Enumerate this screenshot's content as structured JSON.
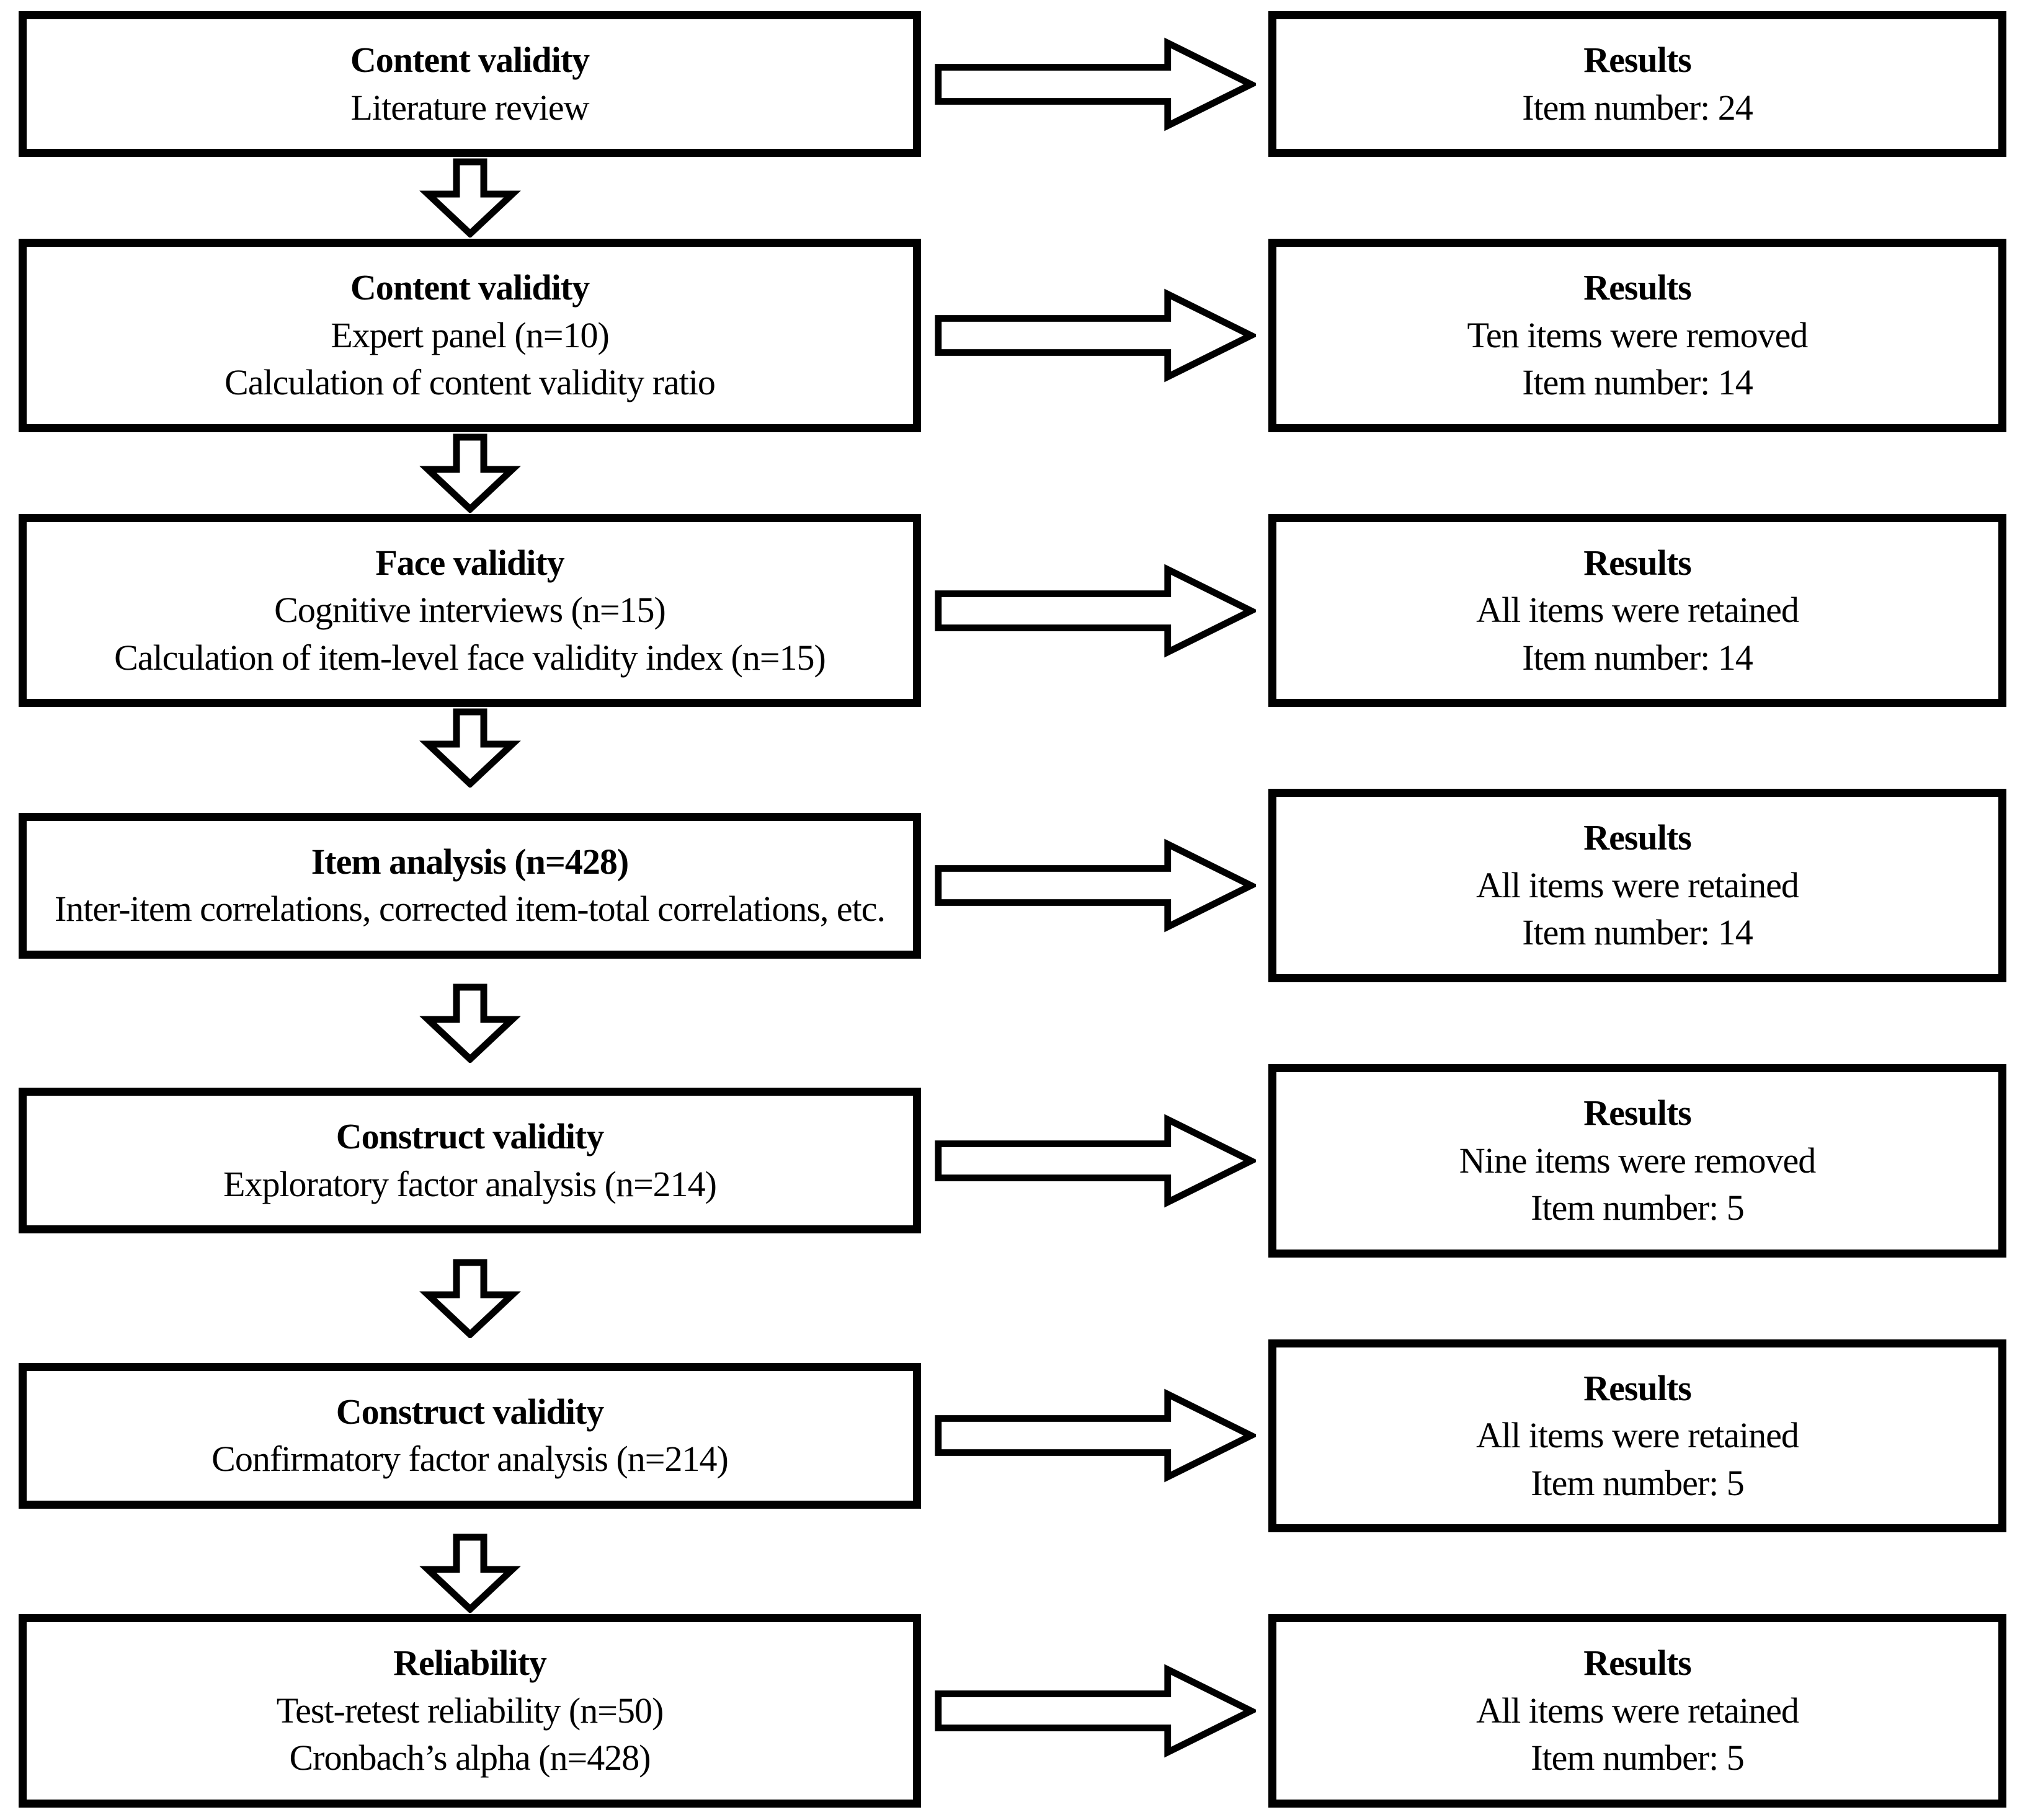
{
  "figure": {
    "colors": {
      "border": "#000000",
      "background": "#ffffff",
      "text": "#000000"
    },
    "rows": [
      {
        "left": {
          "title": "Content validity",
          "lines": [
            "Literature review"
          ]
        },
        "right": {
          "title": "Results",
          "lines": [
            "Item number: 24"
          ]
        }
      },
      {
        "left": {
          "title": "Content validity",
          "lines": [
            "Expert panel (n=10)",
            "Calculation of content validity ratio"
          ]
        },
        "right": {
          "title": "Results",
          "lines": [
            "Ten items were removed",
            "Item number: 14"
          ]
        }
      },
      {
        "left": {
          "title": "Face validity",
          "lines": [
            "Cognitive interviews (n=15)",
            "Calculation of item-level face validity index (n=15)"
          ]
        },
        "right": {
          "title": "Results",
          "lines": [
            "All items were retained",
            "Item number: 14"
          ]
        }
      },
      {
        "left": {
          "title": "Item analysis (n=428)",
          "lines": [
            "Inter-item correlations, corrected item-total correlations, etc."
          ]
        },
        "right": {
          "title": "Results",
          "lines": [
            "All items were retained",
            "Item number: 14"
          ]
        }
      },
      {
        "left": {
          "title": "Construct validity",
          "lines": [
            "Exploratory factor analysis (n=214)"
          ]
        },
        "right": {
          "title": "Results",
          "lines": [
            "Nine items were removed",
            "Item number: 5"
          ]
        }
      },
      {
        "left": {
          "title": "Construct validity",
          "lines": [
            "Confirmatory factor analysis (n=214)"
          ]
        },
        "right": {
          "title": "Results",
          "lines": [
            "All items were retained",
            "Item number: 5"
          ]
        }
      },
      {
        "left": {
          "title": "Reliability",
          "lines": [
            "Test-retest reliability (n=50)",
            "Cronbach’s alpha (n=428)"
          ]
        },
        "right": {
          "title": "Results",
          "lines": [
            "All items were retained",
            "Item number: 5"
          ]
        }
      }
    ]
  }
}
